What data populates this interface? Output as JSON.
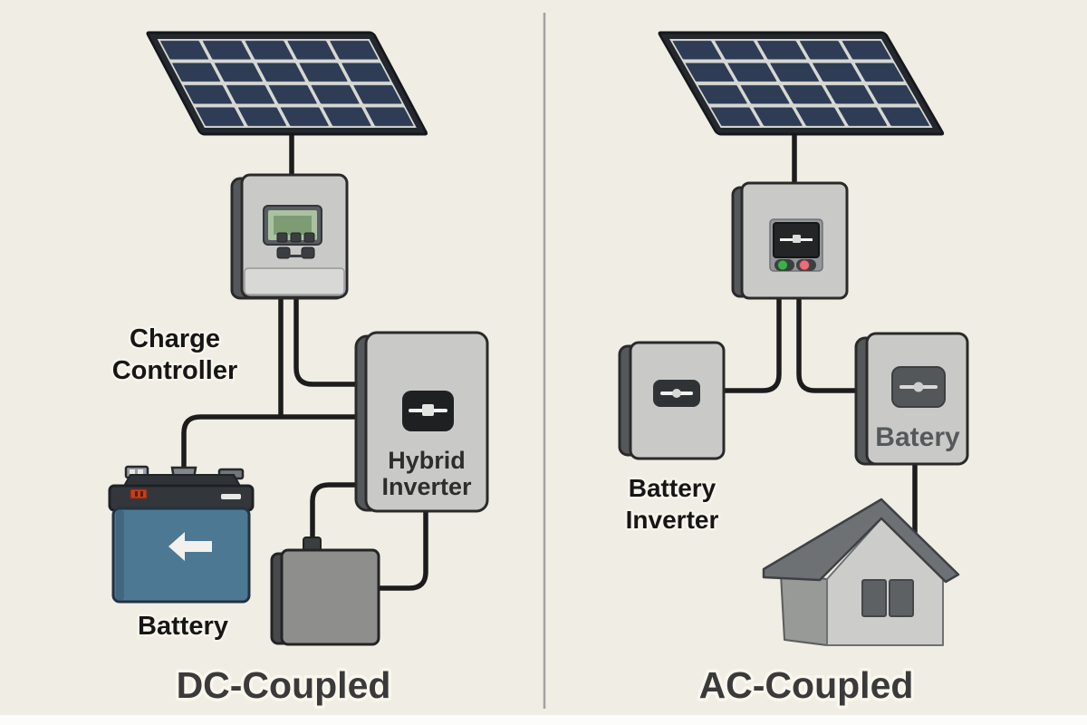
{
  "left": {
    "title": "DC-Coupled",
    "charge_controller_label": [
      "Charge",
      "Controller"
    ],
    "battery_label": "Battery",
    "hybrid_inverter_label": [
      "Hybrid",
      "Inverter"
    ]
  },
  "right": {
    "title": "AC-Coupled",
    "battery_inverter_label": [
      "Battery",
      "Inverter"
    ],
    "battery_label": "Batery"
  },
  "icons": {
    "hybrid_inverter_icon": "power-slider-icon",
    "solar_inverter_screen_icon": "display-with-line-icon",
    "battery_inverter_icon": "power-slider-icon",
    "ac_battery_icon": "power-slider-icon",
    "dc_battery_icon": "left-arrow-icon"
  },
  "colors": {
    "background": "#f0ede4",
    "divider": "#a2a2a0",
    "bottom_strip": "#fcfcfb",
    "wire": "#1c1c1c",
    "panel_frame": "#24282e",
    "panel_gap": "#d7d8d3",
    "solar_cell": "#2e3c55",
    "box_body": "#c9cac8",
    "box_edge": "#55585b",
    "battery_blue": "#4d7893",
    "battery_top": "#33373c",
    "lcd_green": "#a9c2a2",
    "lcd_green_dark": "#7d9c73",
    "led_green": "#3fae4e",
    "led_red": "#e8707a",
    "house_roof": "#6e7174",
    "house_wall": "#cccdcb",
    "house_side_wall": "#989a97",
    "window": "#5e6164",
    "load_box": "#8e8f8d"
  }
}
